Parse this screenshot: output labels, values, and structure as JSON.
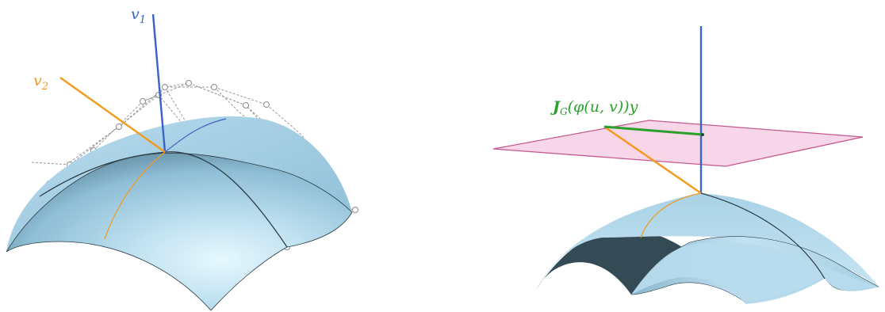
{
  "colors": {
    "surface_light": "#dff3fb",
    "surface_mid": "#a9d2e6",
    "surface_dark": "#5f8aa0",
    "surface_shadow": "#344a55",
    "v1": "#3a63c6",
    "v2": "#f39a1c",
    "jacobian": "#2aa12a",
    "plane_fill": "#f6cfe3",
    "plane_edge": "#c45a8f",
    "control_net": "#9a9a9a",
    "edge_curve": "#2c3b44"
  },
  "left_panel": {
    "label_v1": {
      "base": "v",
      "sub": "1"
    },
    "label_v2": {
      "base": "v",
      "sub": "2"
    }
  },
  "right_panel": {
    "label_jacobian": {
      "bold": "J",
      "sub": "G",
      "rest": "(φ(u, v))y"
    }
  }
}
